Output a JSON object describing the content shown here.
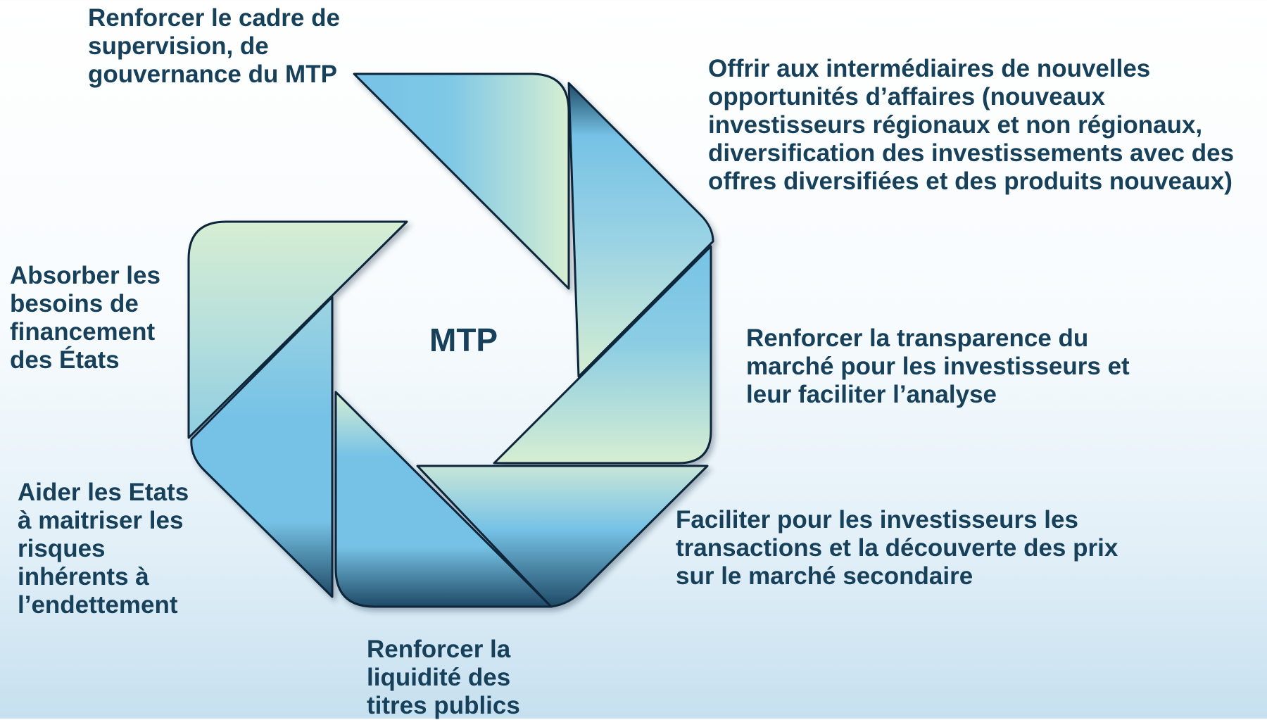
{
  "center": {
    "label": "MTP"
  },
  "objectives": [
    {
      "id": "supervision",
      "lines": [
        "Renforcer le cadre de",
        "supervision, de",
        "gouvernance du MTP"
      ]
    },
    {
      "id": "intermediaires",
      "lines": [
        "Offrir aux intermédiaires de nouvelles",
        "opportunités d’affaires (nouveaux",
        "investisseurs régionaux et non régionaux,",
        "diversification des investissements avec des",
        "offres diversifiées et des produits nouveaux)"
      ]
    },
    {
      "id": "transparence",
      "lines": [
        "Renforcer la transparence du",
        "marché pour les investisseurs et",
        "leur faciliter l’analyse"
      ]
    },
    {
      "id": "transactions",
      "lines": [
        "Faciliter pour les investisseurs les",
        "transactions et la découverte des prix",
        "sur le marché secondaire"
      ]
    },
    {
      "id": "liquidite",
      "lines": [
        "Renforcer la",
        "liquidité des",
        "titres publics"
      ]
    },
    {
      "id": "risques",
      "lines": [
        "Aider les Etats",
        "à maitriser les",
        "risques",
        "inhérents à",
        "l’endettement"
      ]
    },
    {
      "id": "financement",
      "lines": [
        "Absorber les",
        "besoins de",
        "financement",
        "des États"
      ]
    }
  ],
  "colors": {
    "text": "#17405b",
    "segment_light": "#d4ecd3",
    "segment_mid": "#76c2e6",
    "segment_dark": "#1f4a66",
    "outline": "#10283a"
  }
}
